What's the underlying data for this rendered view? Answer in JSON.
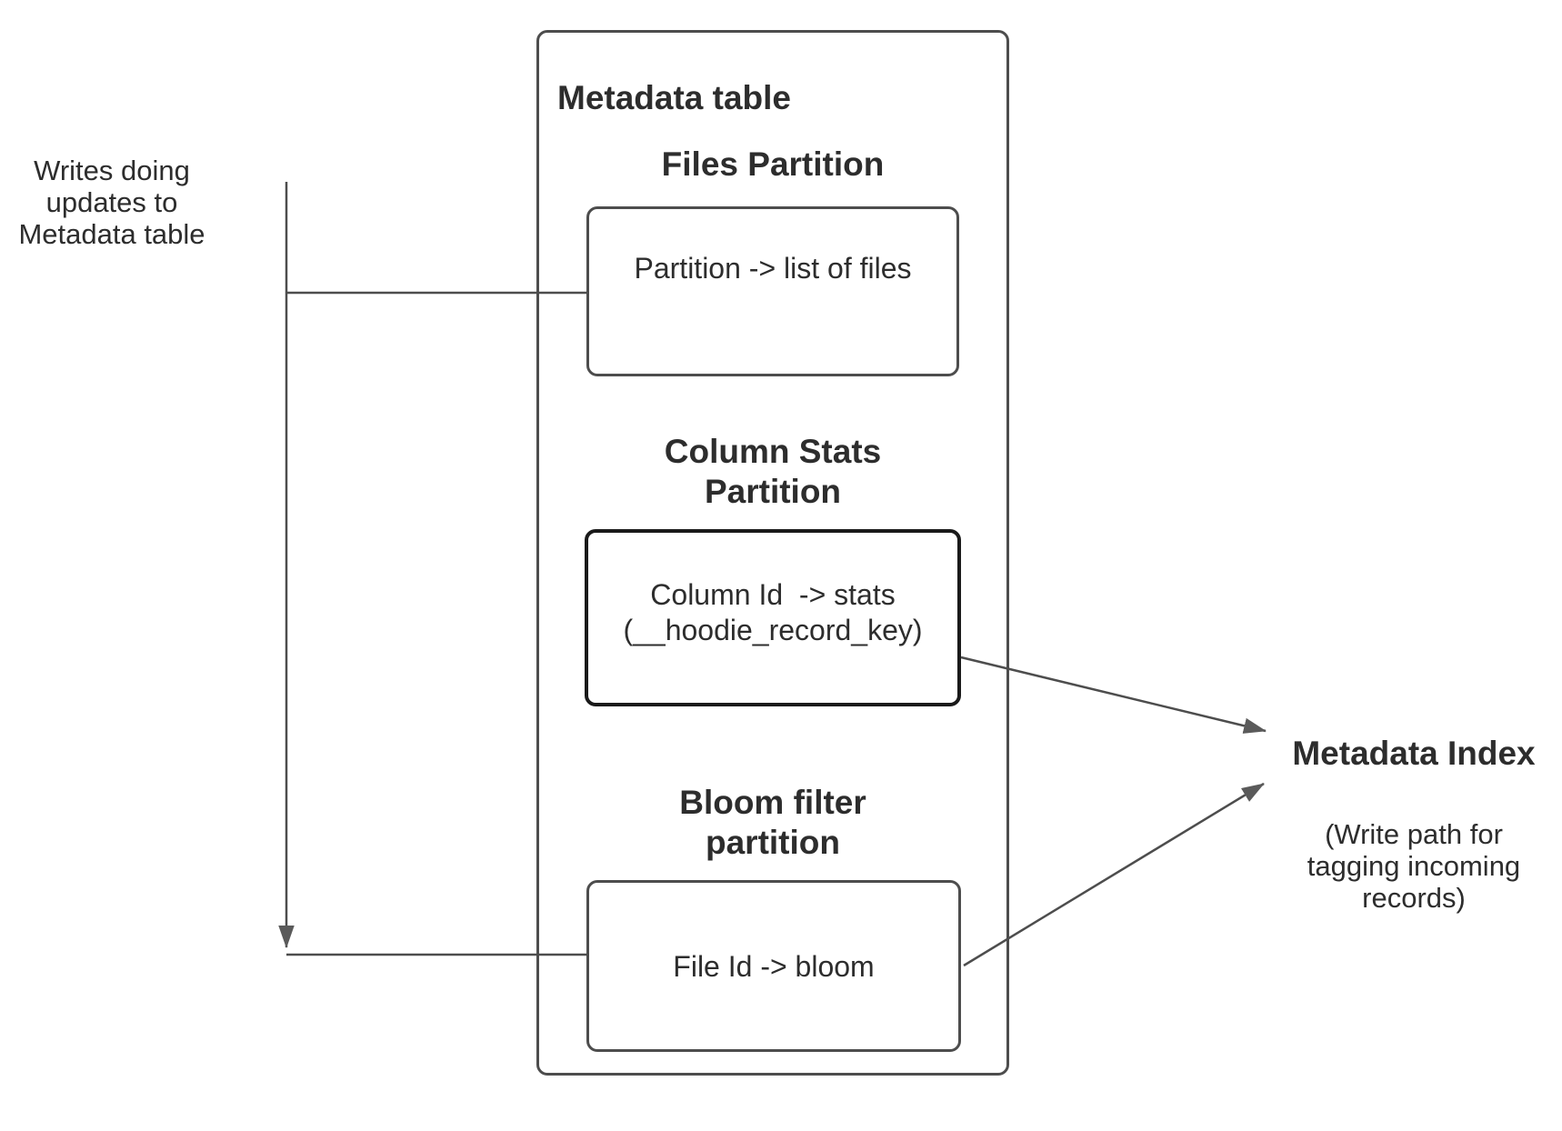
{
  "colors": {
    "background": "#ffffff",
    "box_border": "#4d4d4d",
    "emphasis_border": "#1a1a1a",
    "line": "#4d4d4d",
    "arrowhead": "#5a5a5a",
    "text": "#2d2d2d"
  },
  "writes_note": {
    "text": "Writes doing\nupdates to\nMetadata table"
  },
  "metadata_table": {
    "title": "Metadata table",
    "files_partition": {
      "heading": "Files Partition",
      "body": "Partition -> list of files"
    },
    "column_stats_partition": {
      "heading": "Column Stats\nPartition",
      "body": "Column Id  -> stats\n(__hoodie_record_key)"
    },
    "bloom_filter_partition": {
      "heading": "Bloom filter\npartition",
      "body": "File Id -> bloom"
    }
  },
  "metadata_index": {
    "title": "Metadata Index",
    "subtitle": "(Write path for\ntagging incoming\nrecords)"
  }
}
